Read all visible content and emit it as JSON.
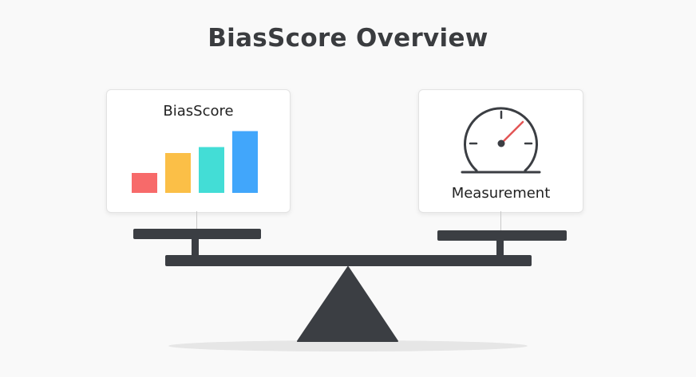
{
  "title": "BiasScore Overview",
  "left_card": {
    "label": "BiasScore",
    "bars": [
      {
        "value": 1,
        "color": "#f76a6a"
      },
      {
        "value": 2,
        "color": "#fbbf47"
      },
      {
        "value": 2.3,
        "color": "#43ddd6"
      },
      {
        "value": 3.1,
        "color": "#41a6fb"
      }
    ],
    "icon": "bar-chart-icon"
  },
  "right_card": {
    "label": "Measurement",
    "icon": "gauge-icon",
    "needle_color": "#e25555"
  },
  "colors": {
    "scale": "#3b3e43",
    "title": "#3a3c3f"
  }
}
